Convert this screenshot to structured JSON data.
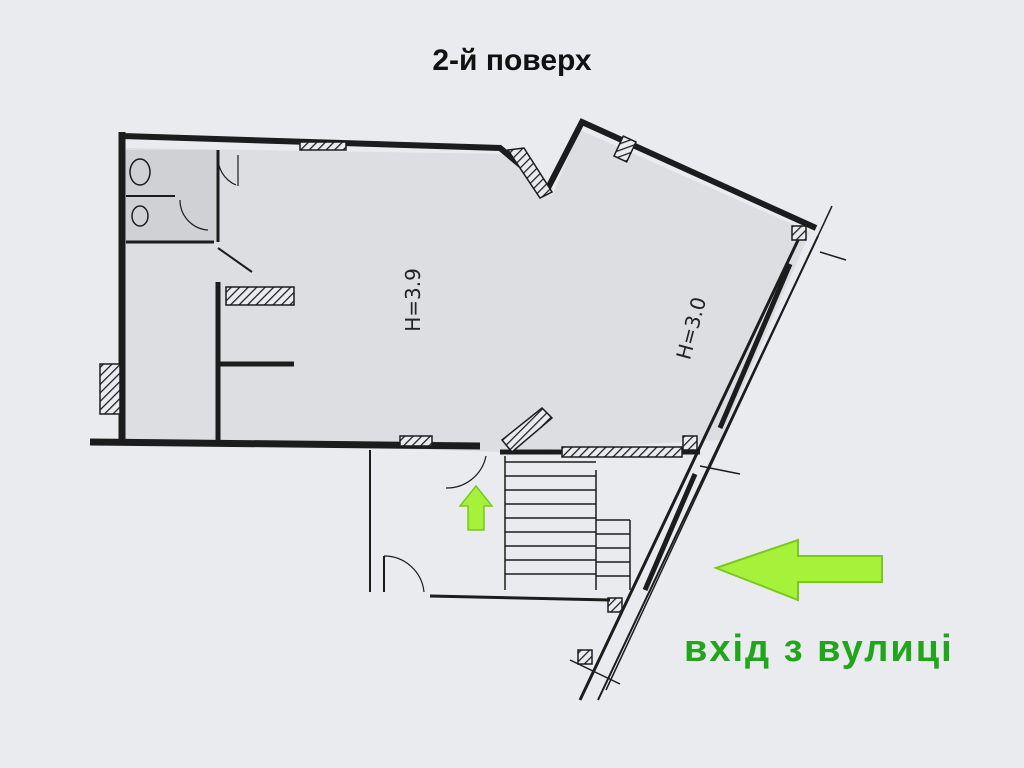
{
  "floor_title": "2-й поверх",
  "height_label_main": "H=3.9",
  "height_label_right": "H=3.0",
  "entrance_label": "вхід з вулиці",
  "colors": {
    "arrow_fill": "#a6f23a",
    "arrow_stroke": "#7ac81e",
    "entrance_text": "#22a51c",
    "wall": "#1c1c1c",
    "paper": "#e9ebee",
    "room_fill": "#dcdee1"
  },
  "icons": [
    "toilet-icon",
    "sink-icon",
    "door-swing-icon",
    "stairs-icon",
    "entrance-arrow-icon",
    "up-arrow-icon"
  ]
}
